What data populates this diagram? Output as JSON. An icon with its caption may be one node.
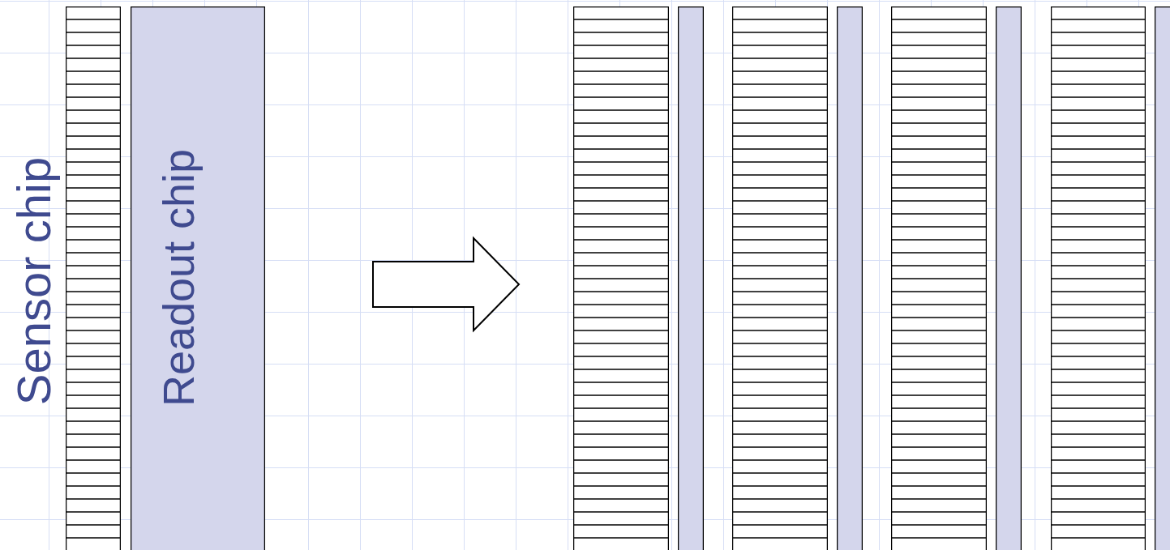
{
  "diagram": {
    "nodes": [
      {
        "text": [
          "Sensor chip"
        ]
      },
      {
        "text": [
          "Readout chip"
        ]
      },
      {
        "text": [],
        "shape": "box"
      },
      {
        "text": [],
        "shape": "bar"
      },
      {
        "text": [],
        "shape": "box"
      },
      {
        "text": [],
        "shape": "bar"
      },
      {
        "text": [],
        "shape": "box"
      },
      {
        "text": [],
        "shape": "bar"
      },
      {
        "text": [],
        "shape": "box"
      },
      {
        "text": [],
        "shape": "bar"
      }
    ]
  }
}
